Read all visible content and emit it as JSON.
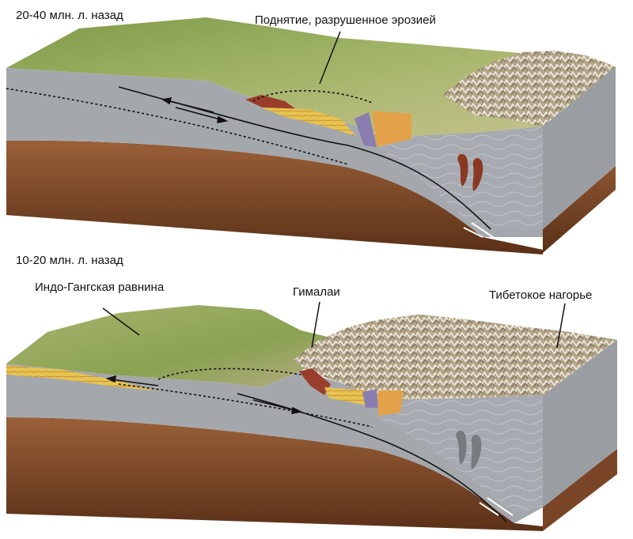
{
  "panels": [
    {
      "period": "20-40 млн. л. назад",
      "labels": {
        "uplift": "Поднятие, разрушенное эрозией"
      }
    },
    {
      "period": "10-20 млн. л. назад",
      "labels": {
        "plain": "Индо-Гангская равнина",
        "himalaya": "Гималаи",
        "tibet": "Тибетокое нагорье"
      }
    }
  ],
  "colors": {
    "crust": "#a3a7ac",
    "crust_side": "#999da2",
    "mantle": "#6b3b1f",
    "mantle_top": "#8a5532",
    "terrain_green": "#8fa757",
    "mountain": "#b7aa8d",
    "sediment_yellow": "#e6c450",
    "sediment_red": "#9b3d2c",
    "sediment_purple": "#8a7db0"
  }
}
